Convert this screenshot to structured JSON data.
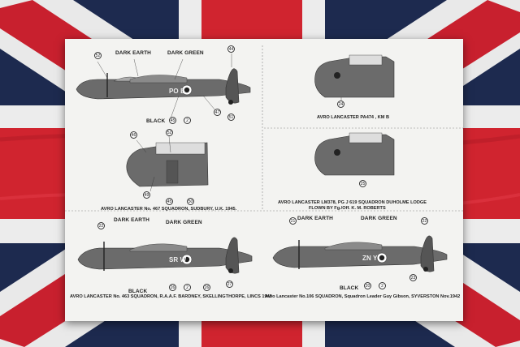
{
  "backdrop": {
    "subject": "union-jack-flag",
    "colors": {
      "blue": "#1d2a4f",
      "red": "#c8202e",
      "white": "#eeeeee"
    }
  },
  "sheet": {
    "aircraft": [
      {
        "id": "a1",
        "labels": {
          "earth": "DARK EARTH",
          "green": "DARK GREEN",
          "black": "BLACK"
        },
        "codes": "PO E",
        "callouts": [
          "52",
          "44",
          "45",
          "2",
          "47",
          "51"
        ],
        "caption": ""
      },
      {
        "id": "a2",
        "callouts": [
          "24"
        ],
        "caption": "AVRO LANCASTER PA474 , KM   B"
      },
      {
        "id": "a3",
        "callouts": [
          "46",
          "52",
          "49",
          "45",
          "50"
        ],
        "caption": "AVRO LANCASTER No. 467 SQUADRON,  SUDBURY,  U.K. 1945."
      },
      {
        "id": "a4",
        "callouts": [
          "25"
        ],
        "caption_lines": [
          "AVRO LANCASTER LM378, PG J 619 SQUADRON DUHOLME LODGE",
          "FLOWN BY Fg./Off.  K. M. ROBERTS"
        ]
      },
      {
        "id": "a5",
        "labels": {
          "earth": "DARK EARTH",
          "green": "DARK GREEN",
          "black": "BLACK"
        },
        "codes": "SR W",
        "callouts": [
          "22",
          "26",
          "2",
          "26",
          "27"
        ],
        "caption": "AVRO LANCASTER No. 463 SQUADRON, R.A.A.F. BARDNEY, SKELLINGTHORPE, LINCS 1945"
      },
      {
        "id": "a6",
        "labels": {
          "earth": "DARK EARTH",
          "green": "DARK GREEN",
          "black": "BLACK"
        },
        "codes": "ZN Y",
        "callouts": [
          "21",
          "22",
          "20",
          "2",
          "23"
        ],
        "caption": "Avro Lancaster No.106 SQUADRON, Squadron Leader Guy Gibson, SYVERSTON Nov.1942"
      }
    ]
  }
}
